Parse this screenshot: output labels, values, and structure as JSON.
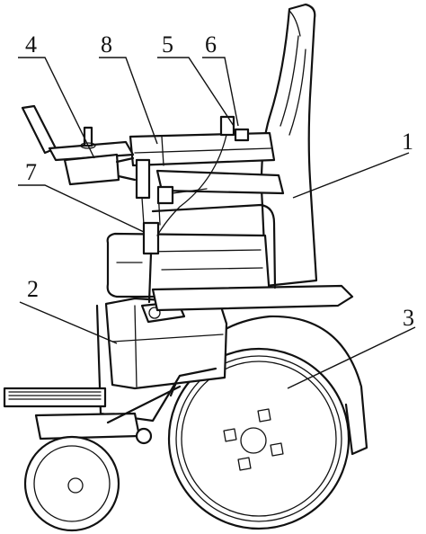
{
  "figure": {
    "labels": [
      {
        "id": "label-1",
        "text": "1"
      },
      {
        "id": "label-2",
        "text": "2"
      },
      {
        "id": "label-3",
        "text": "3"
      },
      {
        "id": "label-4",
        "text": "4"
      },
      {
        "id": "label-5",
        "text": "5"
      },
      {
        "id": "label-6",
        "text": "6"
      },
      {
        "id": "label-7",
        "text": "7"
      },
      {
        "id": "label-8",
        "text": "8"
      }
    ]
  }
}
